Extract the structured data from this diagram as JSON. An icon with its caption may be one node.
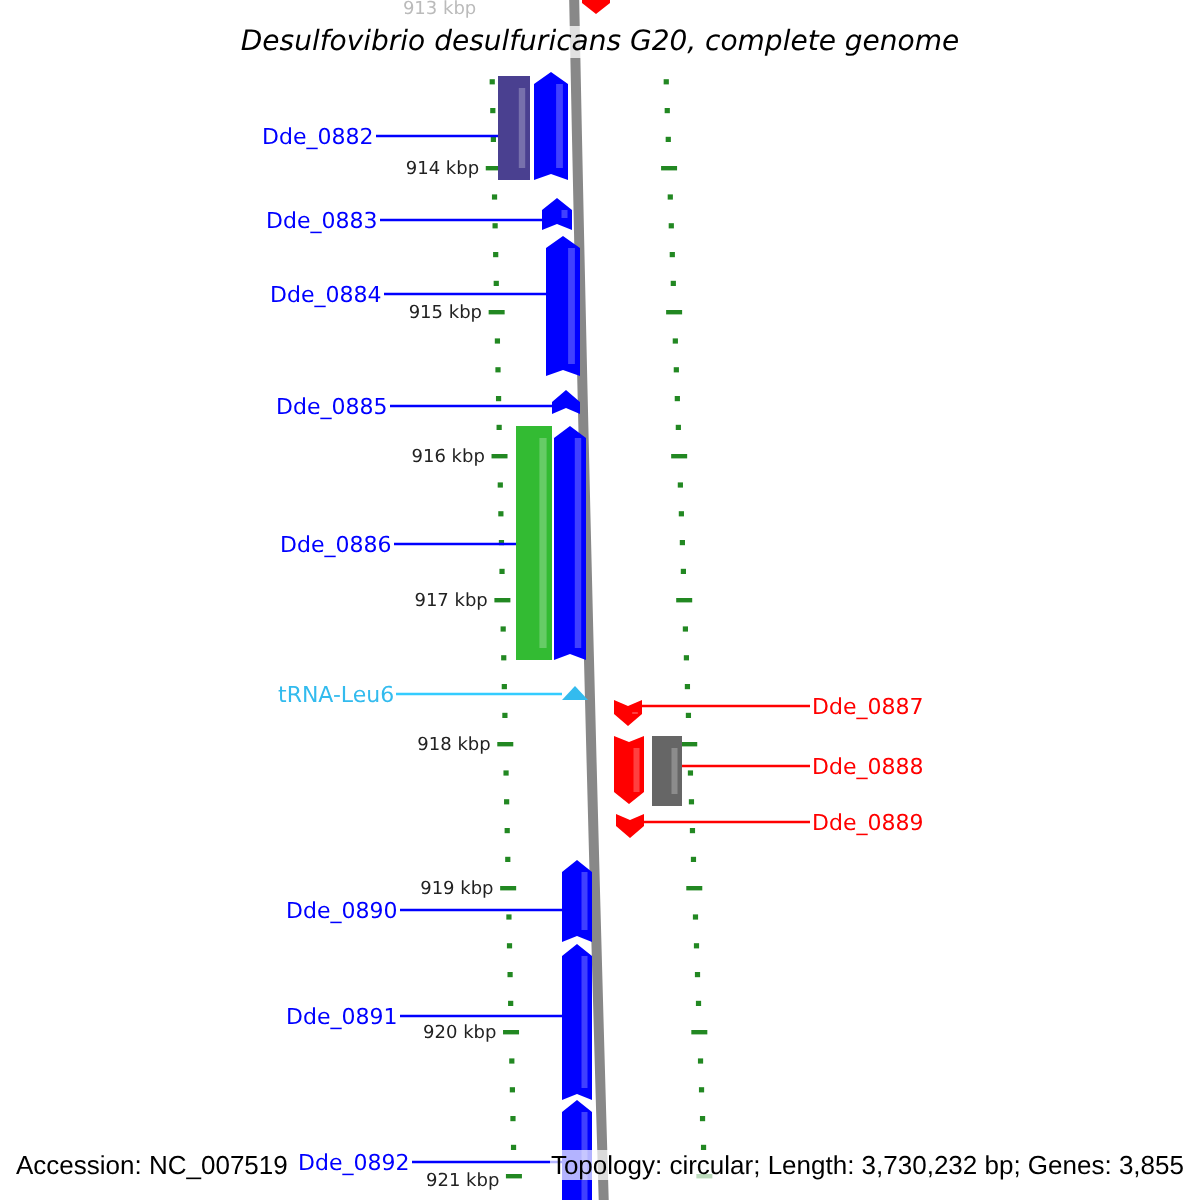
{
  "diagram": {
    "title": "Desulfovibrio desulfuricans G20, complete genome",
    "nodes": [
      {
        "text": [],
        "shape": "bar"
      },
      {
        "text": [
          "Dde_0882"
        ]
      },
      {
        "text": [],
        "shape": "bar"
      },
      {
        "text": [],
        "shape": "bar"
      },
      {
        "text": [
          "Dde_0883"
        ]
      },
      {
        "text": [],
        "shape": "bar"
      },
      {
        "text": [
          "Dde_0884"
        ]
      },
      {
        "text": [],
        "shape": "bar"
      },
      {
        "text": [
          "Dde_0885"
        ]
      },
      {
        "text": [],
        "shape": "bar"
      },
      {
        "text": [],
        "shape": "bar"
      },
      {
        "text": [
          "Dde_0886"
        ]
      },
      {
        "text": [],
        "shape": "bar"
      },
      {
        "text": [
          "tRNA-Leu6"
        ]
      },
      {
        "text": [],
        "shape": "triangle"
      },
      {
        "text": [
          "Dde_0887"
        ]
      },
      {
        "text": [],
        "shape": "bar"
      },
      {
        "text": [
          "Dde_0888"
        ]
      },
      {
        "text": [],
        "shape": "bar"
      },
      {
        "text": [],
        "shape": "bar"
      },
      {
        "text": [
          "Dde_0889"
        ]
      },
      {
        "text": [],
        "shape": "bar"
      },
      {
        "text": [
          "Dde_0890"
        ]
      },
      {
        "text": [],
        "shape": "bar"
      },
      {
        "text": [
          "Dde_0891"
        ]
      },
      {
        "text": [],
        "shape": "bar"
      },
      {
        "text": [
          "Dde_0892"
        ]
      },
      {
        "text": [],
        "shape": "bar"
      }
    ],
    "edges": [
      {
        "from": 1,
        "to": 2,
        "arrow": "none"
      },
      {
        "from": 4,
        "to": 5,
        "arrow": "none"
      },
      {
        "from": 6,
        "to": 7,
        "arrow": "none"
      },
      {
        "from": 8,
        "to": 9,
        "arrow": "none"
      },
      {
        "from": 11,
        "to": 10,
        "arrow": "none"
      },
      {
        "from": 13,
        "to": 14,
        "arrow": "none",
        "color": "#33ccff"
      },
      {
        "from": 15,
        "to": 16,
        "arrow": "none",
        "color": "#ff0000"
      },
      {
        "from": 17,
        "to": 19,
        "arrow": "none",
        "color": "#ff0000"
      },
      {
        "from": 20,
        "to": 21,
        "arrow": "none",
        "color": "#ff0000"
      },
      {
        "from": 22,
        "to": 23,
        "arrow": "none"
      },
      {
        "from": 24,
        "to": 25,
        "arrow": "none"
      },
      {
        "from": 26,
        "to": 27,
        "arrow": "none"
      }
    ],
    "labels": [
      "913 kbp",
      "914 kbp",
      "915 kbp",
      "916 kbp",
      "917 kbp",
      "918 kbp",
      "919 kbp",
      "920 kbp",
      "921 kbp",
      "Accession: NC_007519",
      "Topology: circular; Length: 3,730,232 bp; Genes: 3,855"
    ]
  }
}
